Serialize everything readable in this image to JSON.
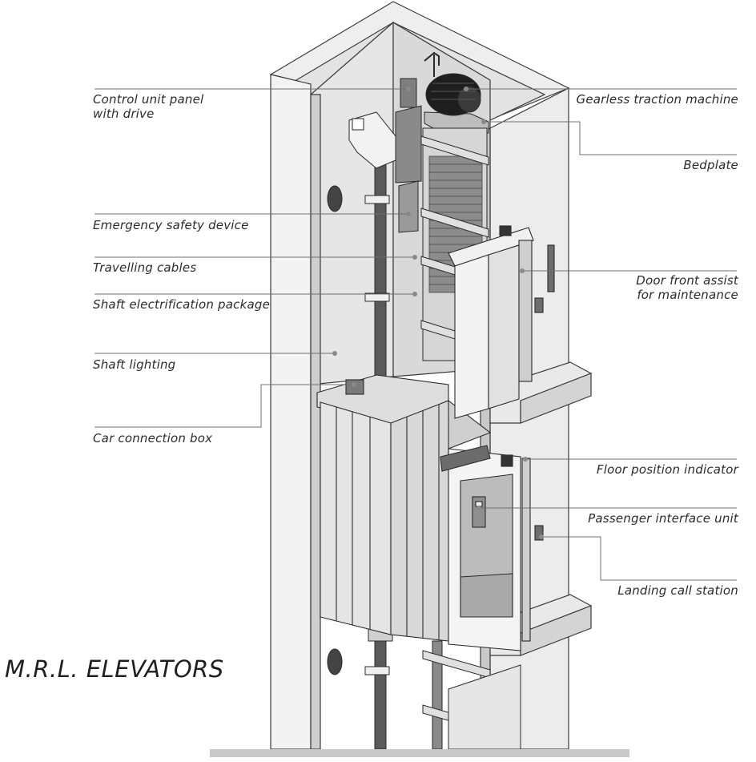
{
  "title": "M.R.L. ELEVATORS",
  "labels_left": [
    {
      "id": "control-unit-panel",
      "lines": [
        "Control unit panel",
        "with drive"
      ]
    },
    {
      "id": "emergency-safety-device",
      "lines": [
        "Emergency safety device"
      ]
    },
    {
      "id": "travelling-cables",
      "lines": [
        "Travelling cables"
      ]
    },
    {
      "id": "shaft-electrification-package",
      "lines": [
        "Shaft electrification package"
      ]
    },
    {
      "id": "shaft-lighting",
      "lines": [
        "Shaft lighting"
      ]
    },
    {
      "id": "car-connection-box",
      "lines": [
        "Car connection box"
      ]
    }
  ],
  "labels_right": [
    {
      "id": "gearless-traction-machine",
      "lines": [
        "Gearless traction machine"
      ]
    },
    {
      "id": "bedplate",
      "lines": [
        "Bedplate"
      ]
    },
    {
      "id": "door-front-assist",
      "lines": [
        "Door front assist",
        "for maintenance"
      ]
    },
    {
      "id": "floor-position-indicator",
      "lines": [
        "Floor position indicator"
      ]
    },
    {
      "id": "passenger-interface-unit",
      "lines": [
        "Passenger interface unit"
      ]
    },
    {
      "id": "landing-call-station",
      "lines": [
        "Landing call station"
      ]
    }
  ],
  "colors": {
    "wall_light": "#f1f1f1",
    "wall_mid": "#dcdcdc",
    "wall_dark": "#b9b9b9",
    "outline": "#3a3a3a",
    "rail": "#555555",
    "motor": "#1e1e1e",
    "leader": "#6f6f6f"
  }
}
